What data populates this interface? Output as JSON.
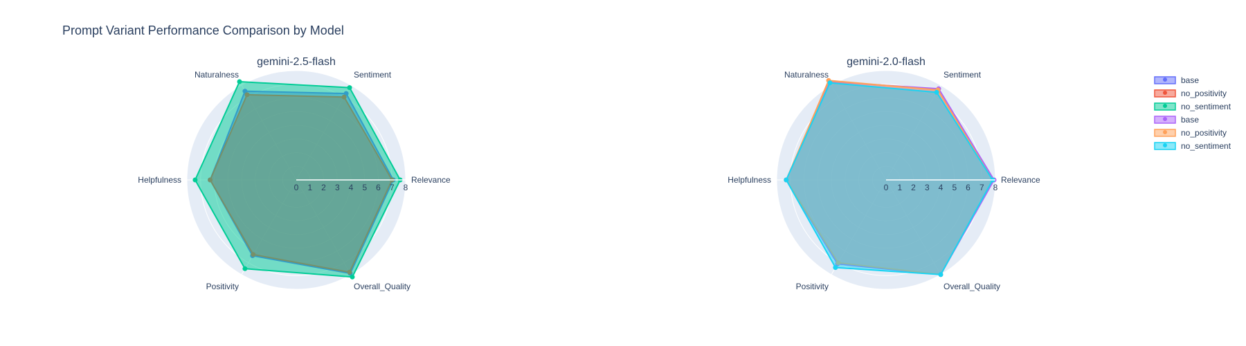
{
  "title": "Prompt Variant Performance Comparison by Model",
  "chart_data": [
    {
      "type": "radar",
      "title": "gemini-2.5-flash",
      "axes": [
        "Relevance",
        "Sentiment",
        "Naturalness",
        "Helpfulness",
        "Positivity",
        "Overall_Quality"
      ],
      "radial_range": [
        0,
        8
      ],
      "radial_ticks": [
        "0",
        "1",
        "2",
        "3",
        "4",
        "5",
        "6",
        "7",
        "8"
      ],
      "series": [
        {
          "name": "base",
          "color": "#636efa",
          "values": [
            7.1,
            7.3,
            7.5,
            6.3,
            6.4,
            7.9
          ]
        },
        {
          "name": "no_positivity",
          "color": "#ef553b",
          "values": [
            7.0,
            7.0,
            7.2,
            6.3,
            6.3,
            7.8
          ]
        },
        {
          "name": "no_sentiment",
          "color": "#00cc96",
          "values": [
            7.6,
            7.8,
            8.3,
            7.4,
            7.5,
            8.2
          ]
        }
      ]
    },
    {
      "type": "radar",
      "title": "gemini-2.0-flash",
      "axes": [
        "Relevance",
        "Sentiment",
        "Naturalness",
        "Helpfulness",
        "Positivity",
        "Overall_Quality"
      ],
      "radial_range": [
        0,
        8
      ],
      "radial_ticks": [
        "0",
        "1",
        "2",
        "3",
        "4",
        "5",
        "6",
        "7",
        "8"
      ],
      "series": [
        {
          "name": "base",
          "color": "#ab63fa",
          "values": [
            7.9,
            7.7,
            8.3,
            7.3,
            7.1,
            8.0
          ]
        },
        {
          "name": "no_positivity",
          "color": "#ffa15a",
          "values": [
            7.8,
            7.6,
            8.4,
            7.3,
            7.0,
            8.0
          ]
        },
        {
          "name": "no_sentiment",
          "color": "#19d3f3",
          "values": [
            7.8,
            7.4,
            8.2,
            7.3,
            7.4,
            8.0
          ]
        }
      ]
    }
  ],
  "legend": {
    "position": "top-right",
    "items": [
      {
        "name": "base",
        "color": "#636efa"
      },
      {
        "name": "no_positivity",
        "color": "#ef553b"
      },
      {
        "name": "no_sentiment",
        "color": "#00cc96"
      },
      {
        "name": "base",
        "color": "#ab63fa"
      },
      {
        "name": "no_positivity",
        "color": "#ffa15a"
      },
      {
        "name": "no_sentiment",
        "color": "#19d3f3"
      }
    ]
  }
}
